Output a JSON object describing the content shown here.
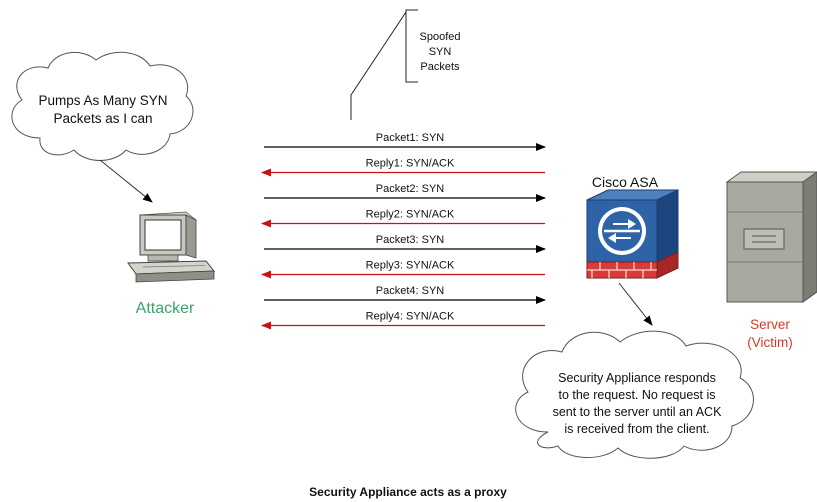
{
  "callout": {
    "lines": [
      "Spoofed",
      "SYN",
      "Packets"
    ]
  },
  "attacker_cloud": {
    "lines": [
      "Pumps As Many SYN",
      "Packets as I can"
    ]
  },
  "attacker": {
    "label": "Attacker",
    "label_color": "#3aa46a"
  },
  "asa": {
    "label": "Cisco ASA"
  },
  "server": {
    "lines": [
      "Server",
      "(Victim)"
    ],
    "label_color": "#d23b2a"
  },
  "asa_cloud": {
    "lines": [
      "Security Appliance responds",
      "to the request. No request is",
      "sent to the server until an ACK",
      "is received from the client."
    ]
  },
  "messages": [
    {
      "label": "Packet1: SYN",
      "direction": "right",
      "color": "#000000"
    },
    {
      "label": "Reply1: SYN/ACK",
      "direction": "left",
      "color": "#cc1111"
    },
    {
      "label": "Packet2: SYN",
      "direction": "right",
      "color": "#000000"
    },
    {
      "label": "Reply2: SYN/ACK",
      "direction": "left",
      "color": "#cc1111"
    },
    {
      "label": "Packet3: SYN",
      "direction": "right",
      "color": "#000000"
    },
    {
      "label": "Reply3: SYN/ACK",
      "direction": "left",
      "color": "#cc1111"
    },
    {
      "label": "Packet4: SYN",
      "direction": "right",
      "color": "#000000"
    },
    {
      "label": "Reply4: SYN/ACK",
      "direction": "left",
      "color": "#cc1111"
    }
  ],
  "caption": "Security Appliance acts as a proxy"
}
